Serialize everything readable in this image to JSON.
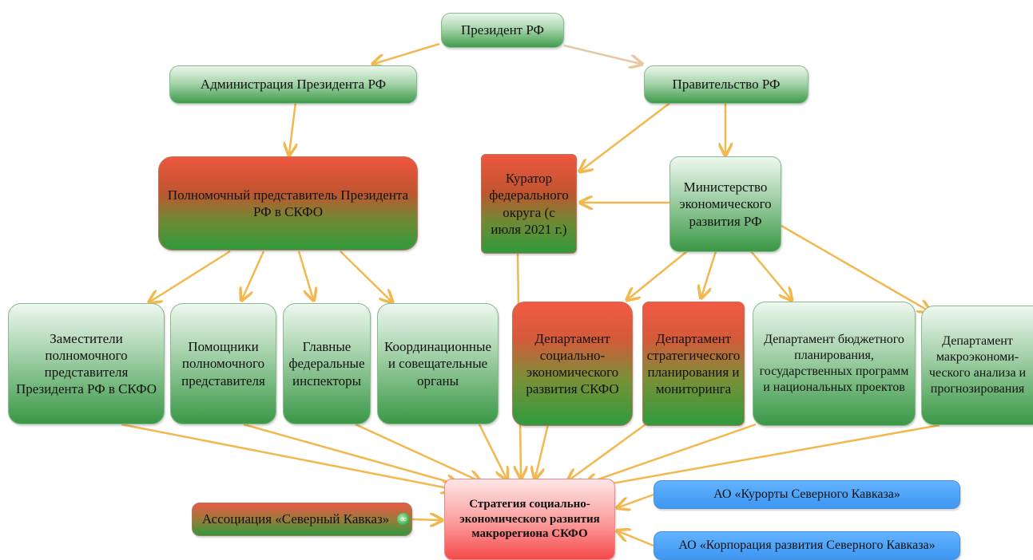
{
  "nodes": {
    "president": "Президент РФ",
    "administration": "Администрация Президента РФ",
    "government": "Правительство РФ",
    "plenipotentiary": "Полномочный представитель Президента РФ в СКФО",
    "curator": "Куратор федерального округа (с июля 2021 г.)",
    "ministry": "Министерство экономического развития РФ",
    "deputies": "Заместители полномочного представителя Президента РФ в СКФО",
    "assistants": "Помощники полномочного представителя",
    "inspectors": "Главные федеральные инспекторы",
    "coordination": "Координационные и совещательные органы",
    "dept_social": "Департамент социально-экономического развития СКФО",
    "dept_strategic": "Департамент стратегического планирования и мониторинга",
    "dept_budget": "Департамент бюджетного планирования, государственных программ и национальных проектов",
    "dept_macro": "Департамент макроэкономи-ческого анализа и прогнозирования",
    "strategy": "Стратегия социально-экономического развития макрорегиона СКФО",
    "association": "Ассоциация «Северный Кавказ»",
    "resorts": "АО «Курорты Северного Кавказа»",
    "corporation": "АО «Корпорация развития Северного Кавказа»"
  },
  "colors": {
    "arrow": "#f2b84e",
    "arrow_government": "#e6c9a0",
    "green_dark": "#3f9c4c",
    "red": "#ef5640",
    "blue": "#3e97f2",
    "pink": "#f44a4a"
  },
  "icons": {
    "association": "link-icon"
  }
}
